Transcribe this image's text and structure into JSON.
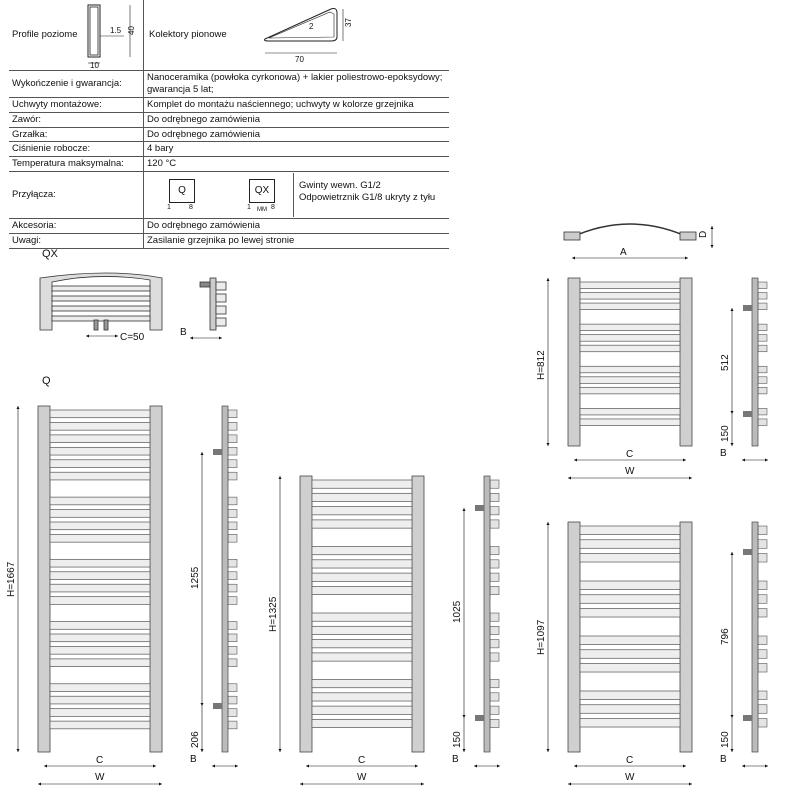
{
  "spec": {
    "profile_h_label": "Profile poziome",
    "profile_v_label": "Kolektory pionowe",
    "profile_h_dims": [
      "1.5",
      "40",
      "10"
    ],
    "profile_v_dims": [
      "37",
      "2",
      "70"
    ],
    "rows": [
      {
        "key": "Wykończenie i gwarancja:",
        "value": "Nanoceramika (powłoka cyrkonowa) + lakier poliestrowo-epoksydowy; gwarancja 5 lat;"
      },
      {
        "key": "Uchwyty montażowe:",
        "value": "Komplet do montażu naściennego; uchwyty w kolorze grzejnika"
      },
      {
        "key": "Zawór:",
        "value": "Do odrębnego zamówienia"
      },
      {
        "key": "Grzałka:",
        "value": "Do odrębnego zamówienia"
      },
      {
        "key": "Ciśnienie robocze:",
        "value": "4 bary"
      },
      {
        "key": "Temperatura maksymalna:",
        "value": "120 °C"
      }
    ],
    "connections": {
      "key": "Przyłącza:",
      "q_label": "Q",
      "qx_label": "QX",
      "q_sub": [
        "1",
        "8"
      ],
      "qx_sub": [
        "1",
        "MM",
        "8"
      ],
      "text_line1": "Gwinty wewn. G1/2",
      "text_line2": "Odpowietrznik G1/8 ukryty z tyłu"
    },
    "rows_after": [
      {
        "key": "Akcesoria:",
        "value": "Do odrębnego zamówienia"
      },
      {
        "key": "Uwagi:",
        "value": "Zasilanie grzejnika po lewej stronie"
      }
    ]
  },
  "labels": {
    "qx": "QX",
    "q": "Q",
    "c_eq_50": "C=50",
    "b": "B",
    "c": "C",
    "w": "W",
    "a": "A",
    "d": "D"
  },
  "heaters": [
    {
      "h_label": "H=1667",
      "dim_label": "1255",
      "bottom_label": "206"
    },
    {
      "h_label": "H=1325",
      "dim_label": "1025",
      "bottom_label": "150"
    },
    {
      "h_label": "H=812",
      "dim_label": "512",
      "bottom_label": "150"
    },
    {
      "h_label": "H=1097",
      "dim_label": "796",
      "bottom_label": "150"
    }
  ]
}
